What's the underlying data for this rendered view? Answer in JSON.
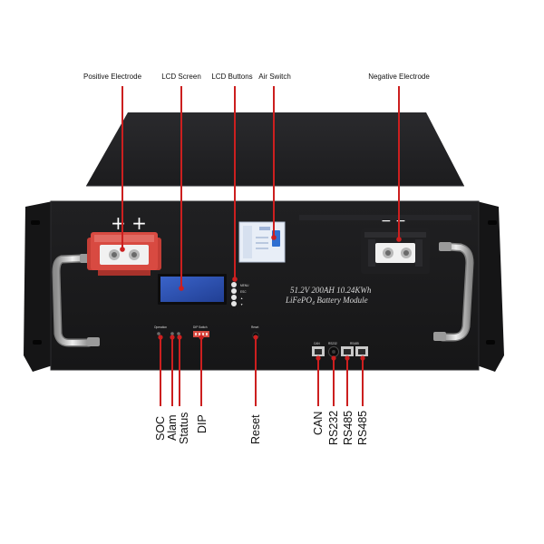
{
  "colors": {
    "leader_line": "#cc1f1f",
    "chassis": "#1b1b1d",
    "positive_terminal": "#d84a41",
    "negative_terminal": "#1f1f21",
    "lcd": "#2d4fb0",
    "handle": "#c9c9c9"
  },
  "top_labels": {
    "positive_electrode": "Positive Electrode",
    "lcd_screen": "LCD Screen",
    "lcd_buttons": "LCD Buttons",
    "air_switch": "Air Switch",
    "negative_electrode": "Negative Electrode"
  },
  "bottom_labels": {
    "soc": "SOC",
    "alarm": "Alam",
    "status": "Status",
    "dip": "DIP",
    "reset": "Reset",
    "can": "CAN",
    "rs232": "RS232",
    "rs485_a": "RS485",
    "rs485_b": "RS485"
  },
  "panel": {
    "spec_line": "51.2V 200AH 10.24KWh",
    "model_line": "LiFePO₄ Battery Module",
    "positive_symbols": "+ +",
    "negative_symbols": "− −",
    "lcd_button_menu": "MENU",
    "lcd_button_esc": "ESC",
    "led_panel_text": "Operation",
    "dip_text": "DIP Switch",
    "reset_text": "Reset",
    "can_text": "CAN",
    "rs232_text": "RS232",
    "rs485_text": "RS485"
  }
}
